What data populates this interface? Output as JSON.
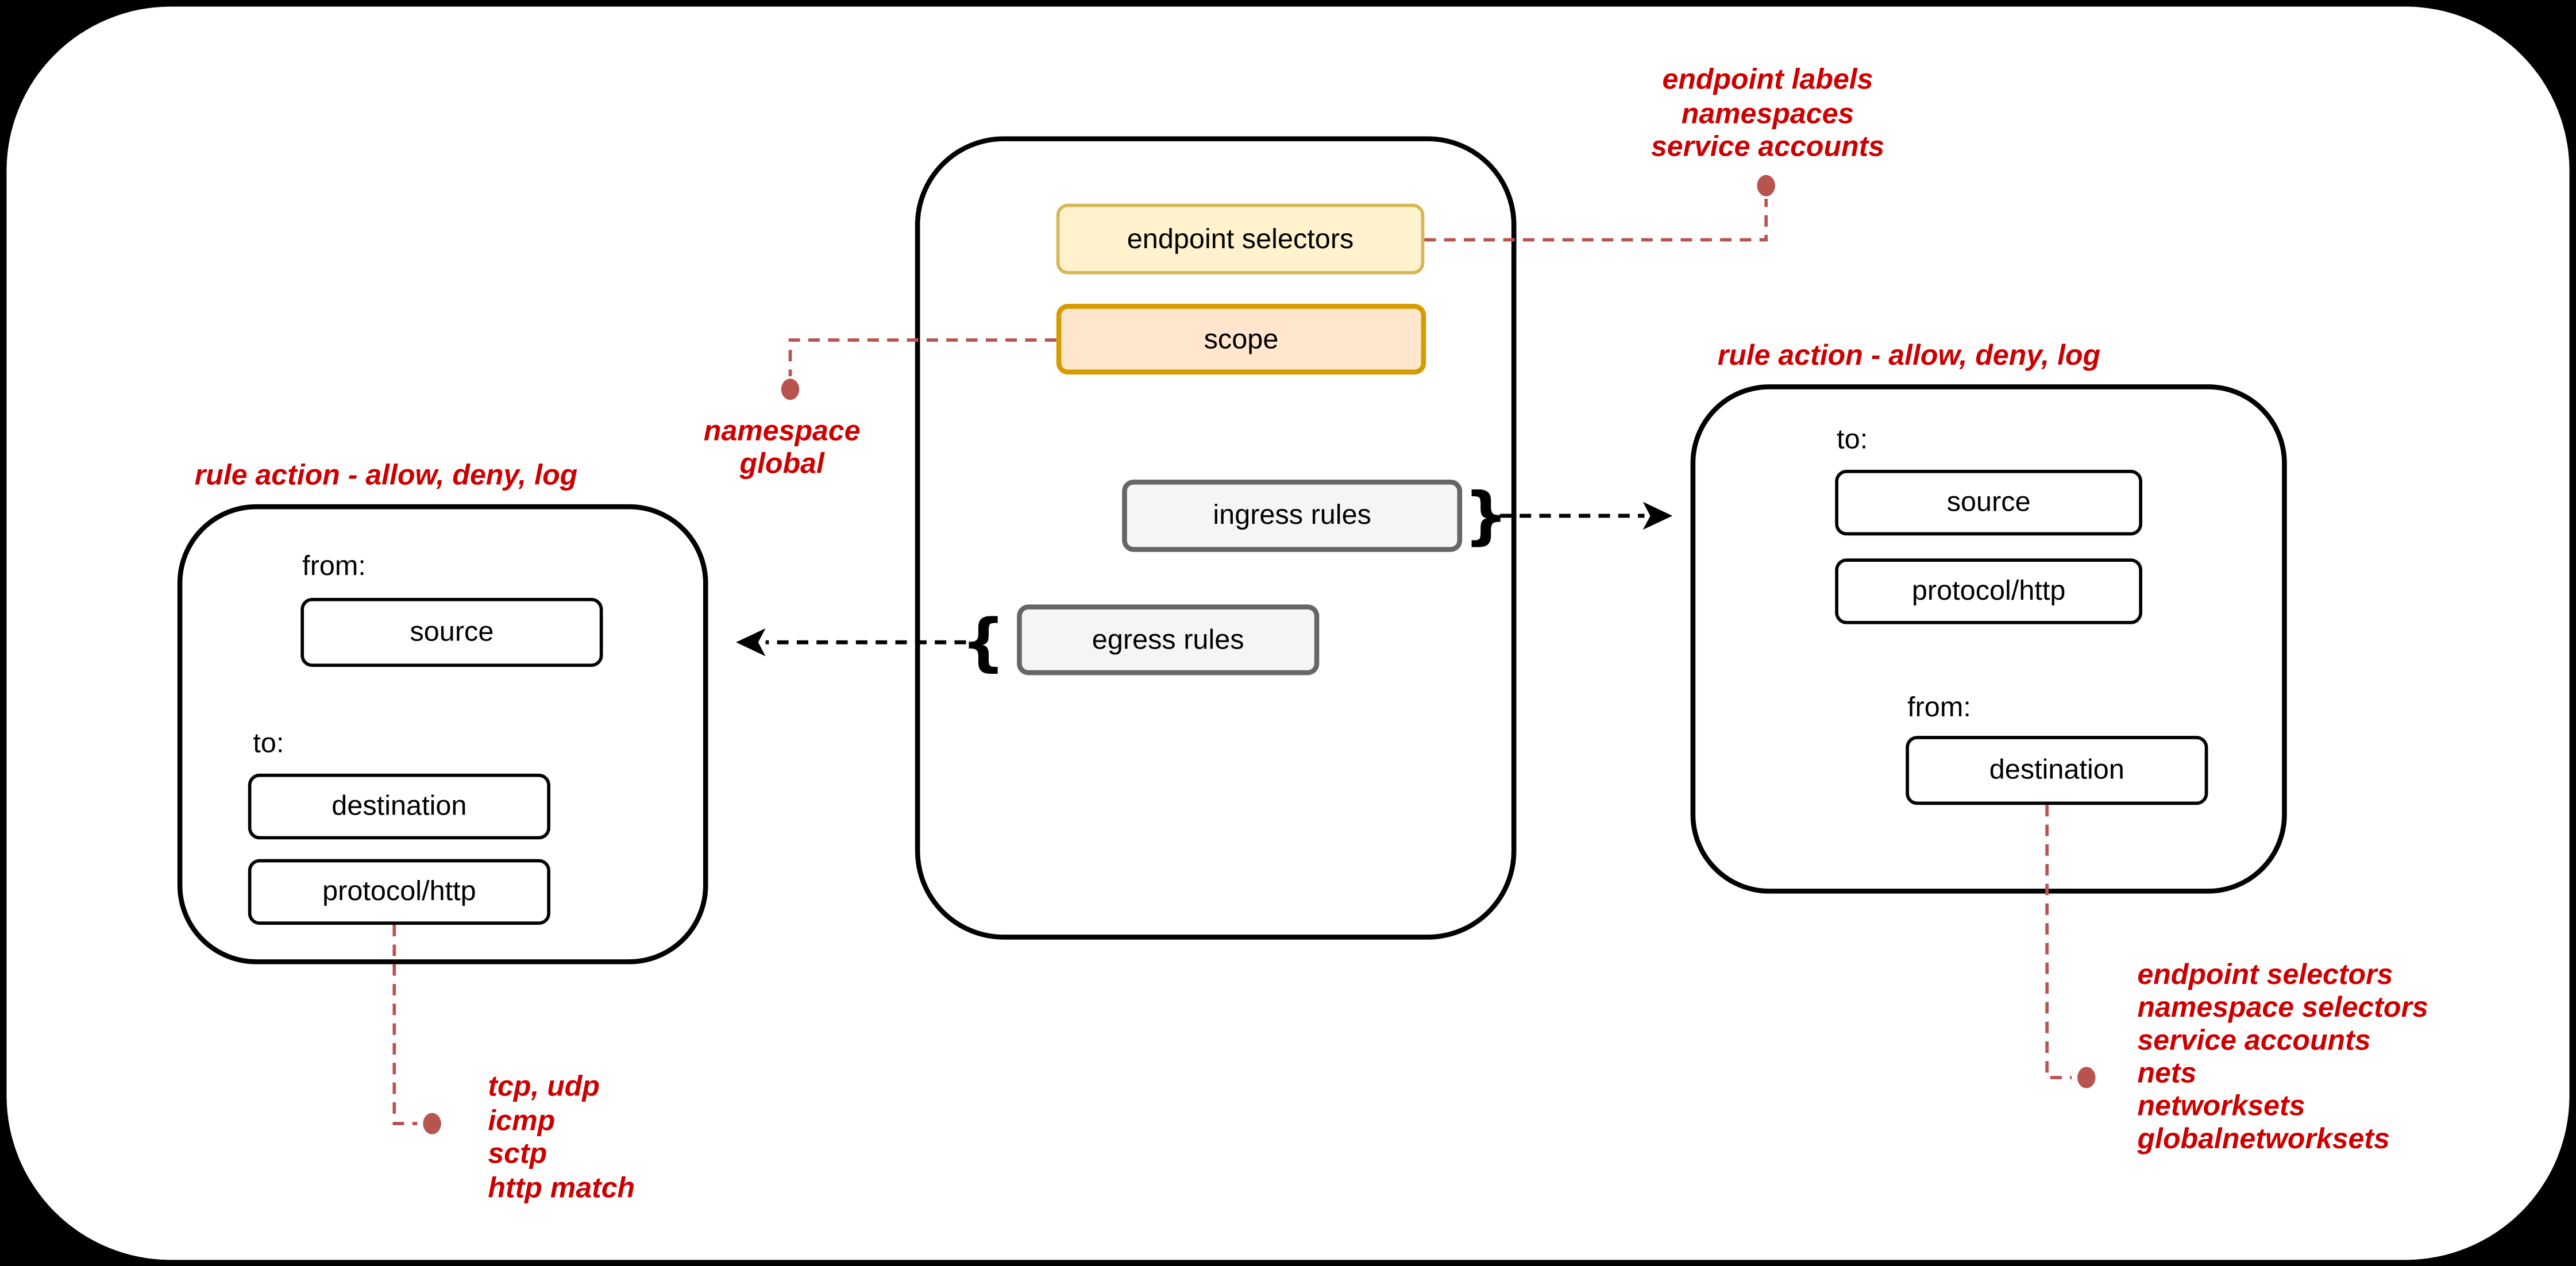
{
  "colors": {
    "annotation_red": "#CC0000",
    "connector_red": "#B85450",
    "line_black": "#000000",
    "surface_white": "#FFFFFF",
    "endpoint_selectors_fill": "#FFF2CC",
    "endpoint_selectors_stroke": "#D6B656",
    "scope_fill": "#FFE6CC",
    "scope_stroke": "#D79B00",
    "rules_fill": "#F5F5F5",
    "rules_stroke": "#666666"
  },
  "center_policy": {
    "endpoint_selectors": "endpoint selectors",
    "scope": "scope",
    "ingress_rules": "ingress rules",
    "egress_rules": "egress rules",
    "ingress_brace": "}",
    "egress_brace": "{"
  },
  "egress_rule_box": {
    "title": "rule action - allow, deny, log",
    "from_label": "from:",
    "source": "source",
    "to_label": "to:",
    "destination": "destination",
    "protocol": "protocol/http"
  },
  "ingress_rule_box": {
    "title": "rule action - allow, deny, log",
    "to_label": "to:",
    "source": "source",
    "protocol": "protocol/http",
    "from_label": "from:",
    "destination": "destination"
  },
  "annotations": {
    "endpoint_selectors_note": {
      "lines": [
        "endpoint labels",
        "namespaces",
        "service accounts"
      ]
    },
    "scope_note": {
      "lines": [
        "namespace",
        "global"
      ]
    },
    "protocol_note": {
      "lines": [
        "tcp, udp",
        "icmp",
        "sctp",
        "http match"
      ]
    },
    "destination_note": {
      "lines": [
        "endpoint selectors",
        "namespace selectors",
        "service accounts",
        "nets",
        "networksets",
        "globalnetworksets"
      ]
    }
  }
}
